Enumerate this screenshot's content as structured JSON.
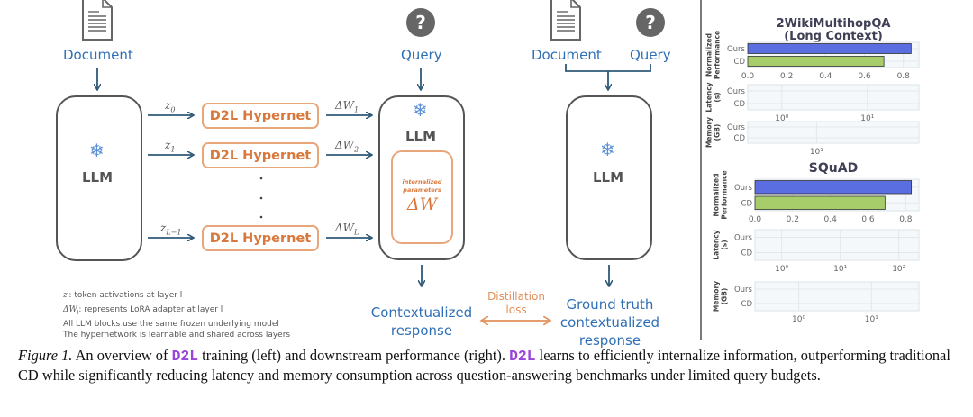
{
  "diagram": {
    "left": {
      "doc_label": "Document",
      "llm_label": "LLM",
      "hypernet_label": "D2L Hypernet",
      "z_labels": [
        {
          "base": "z",
          "sub": "0"
        },
        {
          "base": "z",
          "sub": "1"
        },
        {
          "base": "z",
          "sub": "L−1"
        }
      ],
      "dw_labels": [
        {
          "base": "ΔW",
          "sub": "1"
        },
        {
          "base": "ΔW",
          "sub": "2"
        },
        {
          "base": "ΔW",
          "sub": "L"
        }
      ],
      "query_label": "Query",
      "student_llm_label": "LLM",
      "internalized_label_1": "internalized",
      "internalized_label_2": "parameters",
      "delta_w": "ΔW",
      "output_label_1": "Contextualized",
      "output_label_2": "response"
    },
    "right": {
      "doc_label": "Document",
      "query_label": "Query",
      "llm_label": "LLM",
      "output_label_1": "Ground truth",
      "output_label_2": "contextualized",
      "output_label_3": "response"
    },
    "loss_label_1": "Distillation",
    "loss_label_2": "loss",
    "notes": [
      {
        "sym": "z",
        "sub": "l",
        "text": ": token activations at layer l"
      },
      {
        "sym": "ΔW",
        "sub": "l",
        "text": ": represents LoRA adapter at layer l"
      },
      {
        "sym": "",
        "sub": "",
        "text": "All LLM blocks use the same frozen underlying model"
      },
      {
        "sym": "",
        "sub": "",
        "text": "The hypernetwork is learnable and shared across layers"
      }
    ],
    "colors": {
      "blue_text": "#2f6fb5",
      "arrow": "#2e5a78",
      "orange": "#d9783c",
      "orange_border": "#e8a77b",
      "box_border": "#555555"
    }
  },
  "caption": {
    "fig": "Figure 1.",
    "p1": " An overview of ",
    "d2l": "D2L",
    "p2": " training (left) and downstream performance (right). ",
    "p3": " learns to efficiently internalize information, outperforming traditional CD while significantly reducing latency and memory consumption across question-answering benchmarks under limited query budgets."
  },
  "chart_data": [
    {
      "type": "bar",
      "title": "2WikiMultihopQA (Long Context)",
      "title_lines": [
        "2WikiMultihopQA",
        "(Long Context)"
      ],
      "panels": [
        {
          "ylabel": "Normalized Performance",
          "ylabel_lines": [
            "Normalized",
            "Performance"
          ],
          "scale": "linear",
          "categories": [
            "Ours",
            "CD"
          ],
          "values": [
            0.84,
            0.7
          ],
          "xlim": [
            0,
            0.88
          ],
          "ticks": [
            0.0,
            0.2,
            0.4,
            0.6,
            0.8
          ],
          "tick_labels": [
            "0.0",
            "0.2",
            "0.4",
            "0.6",
            "0.8"
          ]
        },
        {
          "ylabel": "Latency (s)",
          "ylabel_lines": [
            "Latency",
            "(s)"
          ],
          "scale": "log",
          "categories": [
            "Ours",
            "CD"
          ],
          "values": [],
          "xlim": [
            0.4,
            40
          ],
          "ticks": [
            1,
            10
          ],
          "tick_labels": [
            "10⁰",
            "10¹"
          ]
        },
        {
          "ylabel": "Memory (GB)",
          "ylabel_lines": [
            "Memory",
            "(GB)"
          ],
          "scale": "log",
          "categories": [
            "Ours",
            "CD"
          ],
          "values": [],
          "xlim": [
            3,
            60
          ],
          "ticks": [
            10
          ],
          "tick_labels": [
            "10¹"
          ]
        }
      ],
      "series_colors": {
        "Ours": "#5b6ee1",
        "CD": "#a7cc6a"
      },
      "grid": true
    },
    {
      "type": "bar",
      "title": "SQuAD",
      "title_lines": [
        "SQuAD"
      ],
      "panels": [
        {
          "ylabel": "Normalized Performance",
          "ylabel_lines": [
            "Normalized",
            "Performance"
          ],
          "scale": "linear",
          "categories": [
            "Ours",
            "CD"
          ],
          "values": [
            0.83,
            0.69
          ],
          "xlim": [
            0,
            0.87
          ],
          "ticks": [
            0.0,
            0.2,
            0.4,
            0.6,
            0.8
          ],
          "tick_labels": [
            "0.0",
            "0.2",
            "0.4",
            "0.6",
            "0.8"
          ]
        },
        {
          "ylabel": "Latency (s)",
          "ylabel_lines": [
            "Latency",
            "(s)"
          ],
          "scale": "log",
          "categories": [
            "Ours",
            "CD"
          ],
          "values": [],
          "xlim": [
            0.35,
            220
          ],
          "ticks": [
            1,
            10,
            100
          ],
          "tick_labels": [
            "10⁰",
            "10¹",
            "10²"
          ]
        },
        {
          "ylabel": "Memory (GB)",
          "ylabel_lines": [
            "Memory",
            "(GB)"
          ],
          "scale": "log",
          "categories": [
            "Ours",
            "CD"
          ],
          "values": [],
          "xlim": [
            0.25,
            45
          ],
          "ticks": [
            1,
            10
          ],
          "tick_labels": [
            "10⁰",
            "10¹"
          ]
        }
      ],
      "series_colors": {
        "Ours": "#5b6ee1",
        "CD": "#a7cc6a"
      },
      "grid": true
    }
  ]
}
